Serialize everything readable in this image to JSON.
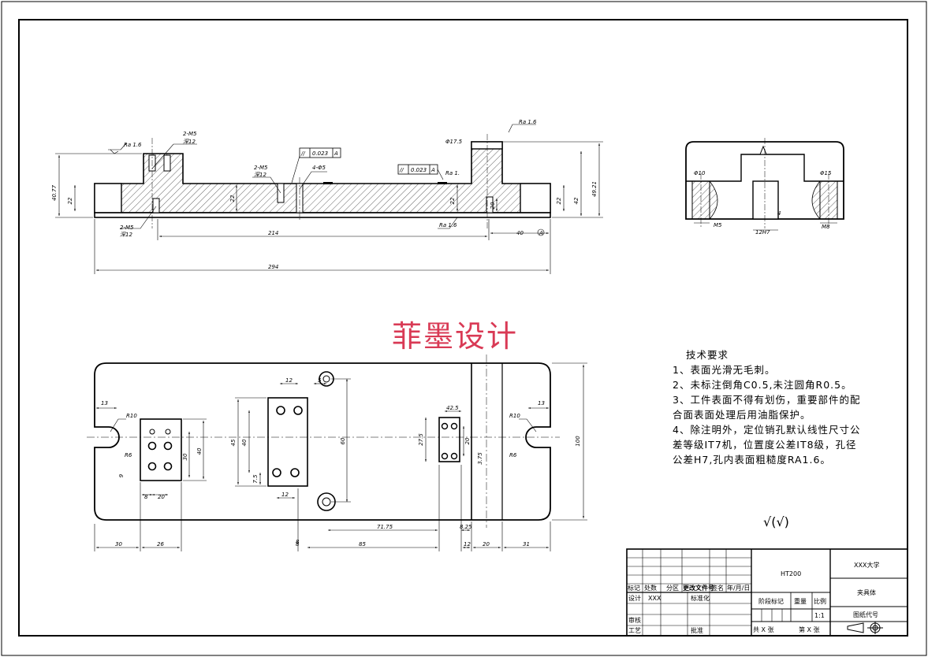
{
  "watermark": "菲墨设计",
  "front_view": {
    "dims": {
      "h1": "40.77",
      "h2": "22",
      "h3": "22",
      "h4": "42",
      "h5": "49.21",
      "h6": "22",
      "h7": "20",
      "h8": "22",
      "l214": "214",
      "l40": "40",
      "l294": "294"
    },
    "labels": {
      "holes_top": "2-M5",
      "holes_top_depth": "深12",
      "holes_mid": "2-M5",
      "holes_mid_depth": "深12",
      "holes_mid2": "4-Φ5",
      "holes_bot": "2-M5",
      "holes_bot_depth": "深12",
      "chamfer": "Φ17.5",
      "ra_a": "Ra 1.6",
      "ra_b": "Ra 1.6",
      "ra_c": "Ra 1.6",
      "ra_d": "Ra 1.",
      "par1_sym": "//",
      "par1_val": "0.023",
      "par1_ref": "A",
      "par2_sym": "//",
      "par2_val": "0.023",
      "par2_ref": "A",
      "datum": "A"
    }
  },
  "side_view": {
    "dims": {
      "d1": "Φ10",
      "d2": "Φ15",
      "m5": "M5",
      "h7": "12H7",
      "m8": "M8",
      "d4": "4"
    }
  },
  "plan_view": {
    "dims": {
      "p13a": "13",
      "r10a": "R10",
      "r6a": "R6",
      "d40": "40",
      "d30": "30",
      "d9": "9",
      "d8a": "8",
      "d20a": "20",
      "d12a": "12",
      "d5": "5",
      "d45": "45",
      "d40b": "40",
      "d75": "7.5",
      "d12b": "12",
      "d8b": "8",
      "d60": "60",
      "d425": "42.5",
      "d275": "27.5",
      "d20b": "20",
      "d375": "3.75",
      "d7175": "71.75",
      "d825": "8.25",
      "p13b": "13",
      "r10b": "R10",
      "r6b": "R6",
      "d100": "100",
      "b30": "30",
      "b26": "26",
      "b8": "8",
      "b85": "85",
      "b12": "12",
      "b20": "20",
      "b31": "31"
    }
  },
  "tech_notes": {
    "title": "技术要求",
    "lines": [
      "1、表面光滑无毛刺。",
      "2、未标注倒角C0.5,未注圆角R0.5。",
      "3、工件表面不得有划伤，重要部件的配",
      "合面表面处理后用油脂保护。",
      "4、除注明外，定位销孔默认线性尺寸公",
      "差等级IT7机，位置度公差IT8级，孔径",
      "公差H7,孔内表面粗糙度RA1.6。"
    ]
  },
  "roughness_mark": "√(√)",
  "title_block": {
    "material": "HT200",
    "school": "XXX大学",
    "part_name": "夹具体",
    "drawing_no": "图纸代号",
    "headers": [
      "标记",
      "处数",
      "分区",
      "更改文件号",
      "签名",
      "年/月/日"
    ],
    "design": "设计",
    "designer": "XXX",
    "standard": "标准化",
    "review": "审核",
    "process": "工艺",
    "approve": "批准",
    "stage": "阶段标记",
    "weight": "重量",
    "scale_label": "比例",
    "scale": "1:1",
    "sheets_total": "共 X 张",
    "sheet_no": "第 X 张"
  }
}
